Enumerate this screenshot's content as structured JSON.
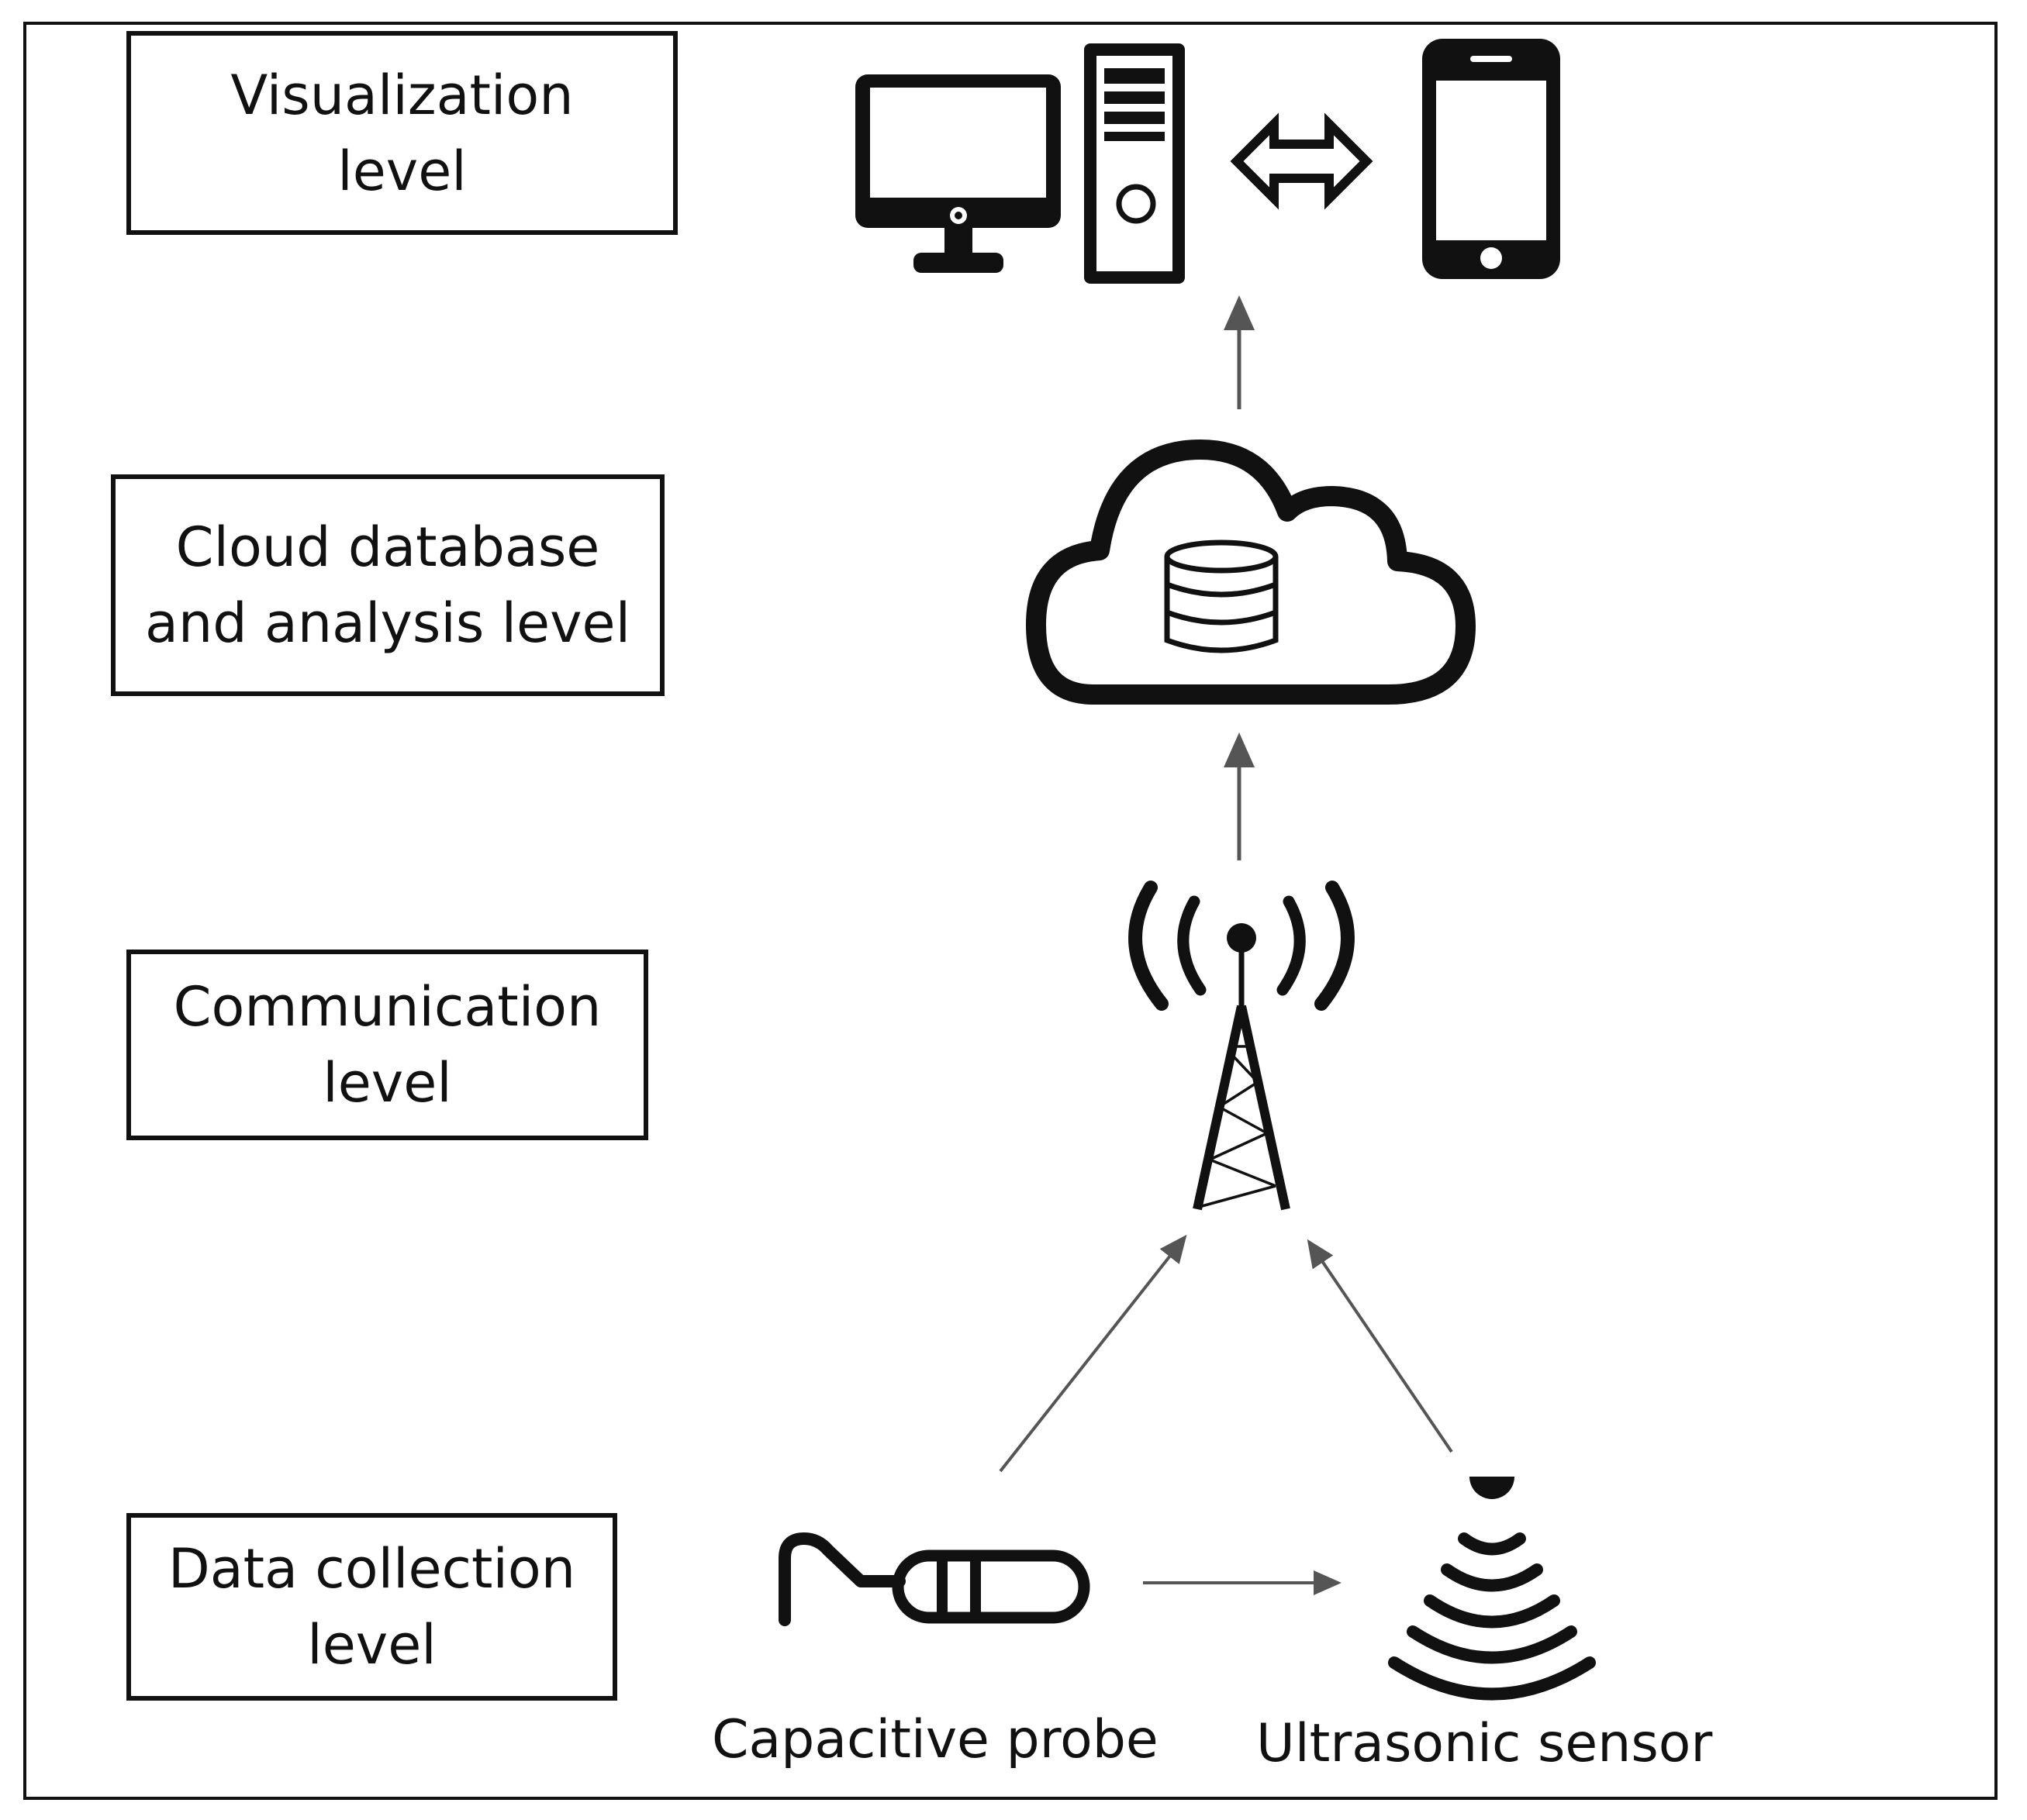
{
  "levels": {
    "visualization": {
      "line1": "Visualization",
      "line2": "level"
    },
    "cloud": {
      "line1": "Cloud database",
      "line2": "and analysis level"
    },
    "communication": {
      "line1": "Communication",
      "line2": "level"
    },
    "data_collection": {
      "line1": "Data collection",
      "line2": "level"
    }
  },
  "devices": {
    "capacitive_probe": "Capacitive probe",
    "ultrasonic_sensor": "Ultrasonic sensor"
  },
  "icons": [
    "monitor-icon",
    "pc-tower-icon",
    "double-arrow-icon",
    "smartphone-icon",
    "cloud-database-icon",
    "antenna-tower-icon",
    "capacitive-probe-icon",
    "ultrasonic-sensor-icon"
  ],
  "colors": {
    "ink": "#111111",
    "arrow": "#555555",
    "background": "#ffffff"
  }
}
